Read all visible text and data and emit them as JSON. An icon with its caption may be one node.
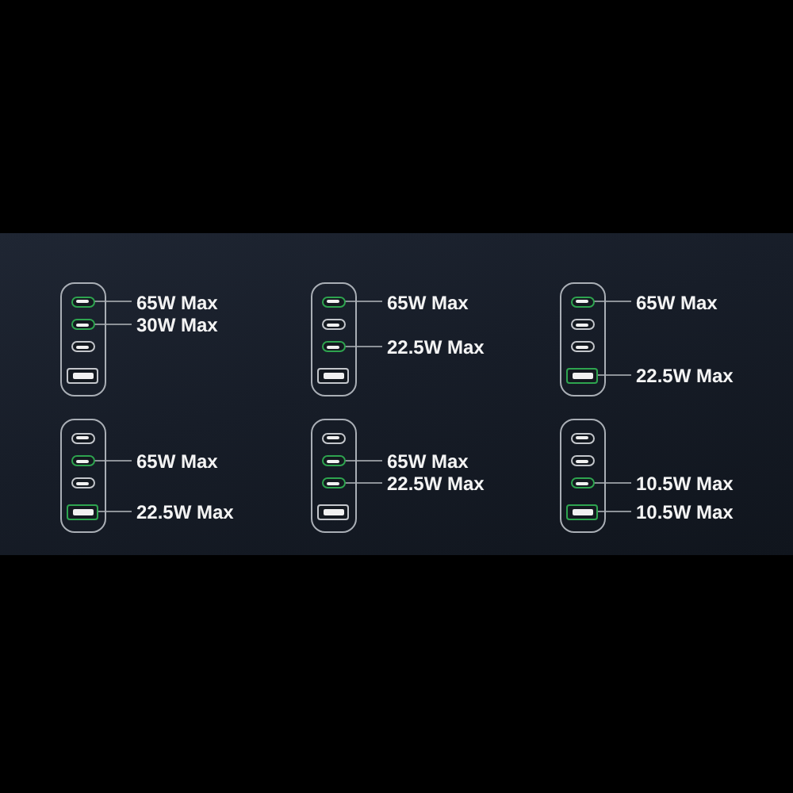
{
  "diagram": {
    "nodes": [
      {
        "text": [],
        "shape": "box"
      },
      {
        "text": [],
        "shape": "pill",
        "in": 0
      },
      {
        "text": [],
        "shape": "pill",
        "in": 0
      },
      {
        "text": [
          "65W Max"
        ]
      },
      {
        "text": [
          "30W Max"
        ]
      },
      {
        "text": [],
        "shape": "box"
      },
      {
        "text": [],
        "shape": "pill",
        "in": 5
      },
      {
        "text": [],
        "shape": "pill",
        "in": 5
      },
      {
        "text": [
          "65W Max"
        ]
      },
      {
        "text": [
          "22.5W Max"
        ]
      },
      {
        "text": [],
        "shape": "box"
      },
      {
        "text": [],
        "shape": "pill",
        "in": 10
      },
      {
        "text": [],
        "shape": "box",
        "in": 10
      },
      {
        "text": [
          "65W Max"
        ]
      },
      {
        "text": [
          "22.5W Max"
        ]
      },
      {
        "text": [],
        "shape": "box"
      },
      {
        "text": [],
        "shape": "pill",
        "in": 15
      },
      {
        "text": [],
        "shape": "box",
        "in": 15
      },
      {
        "text": [
          "65W Max"
        ]
      },
      {
        "text": [
          "22.5W Max"
        ]
      },
      {
        "text": [],
        "shape": "box"
      },
      {
        "text": [],
        "shape": "pill",
        "in": 20
      },
      {
        "text": [],
        "shape": "pill",
        "in": 20
      },
      {
        "text": [
          "65W Max"
        ]
      },
      {
        "text": [
          "22.5W Max"
        ]
      },
      {
        "text": [],
        "shape": "box"
      },
      {
        "text": [],
        "shape": "pill",
        "in": 25
      },
      {
        "text": [],
        "shape": "box",
        "in": 25
      },
      {
        "text": [
          "10.5W Max"
        ]
      },
      {
        "text": [
          "10.5W Max"
        ]
      }
    ],
    "edges": [
      {
        "from": 3,
        "to": 1,
        "arrow": "none"
      },
      {
        "from": 4,
        "to": 2,
        "arrow": "none"
      },
      {
        "from": 8,
        "to": 6,
        "arrow": "none"
      },
      {
        "from": 9,
        "to": 7,
        "arrow": "none"
      },
      {
        "from": 13,
        "to": 11,
        "arrow": "none"
      },
      {
        "from": 14,
        "to": 12,
        "arrow": "none"
      },
      {
        "from": 18,
        "to": 16,
        "arrow": "none"
      },
      {
        "from": 19,
        "to": 17,
        "arrow": "none"
      },
      {
        "from": 23,
        "to": 21,
        "arrow": "none"
      },
      {
        "from": 24,
        "to": 22,
        "arrow": "none"
      },
      {
        "from": 28,
        "to": 26,
        "arrow": "none"
      },
      {
        "from": 29,
        "to": 27,
        "arrow": "none"
      }
    ]
  }
}
